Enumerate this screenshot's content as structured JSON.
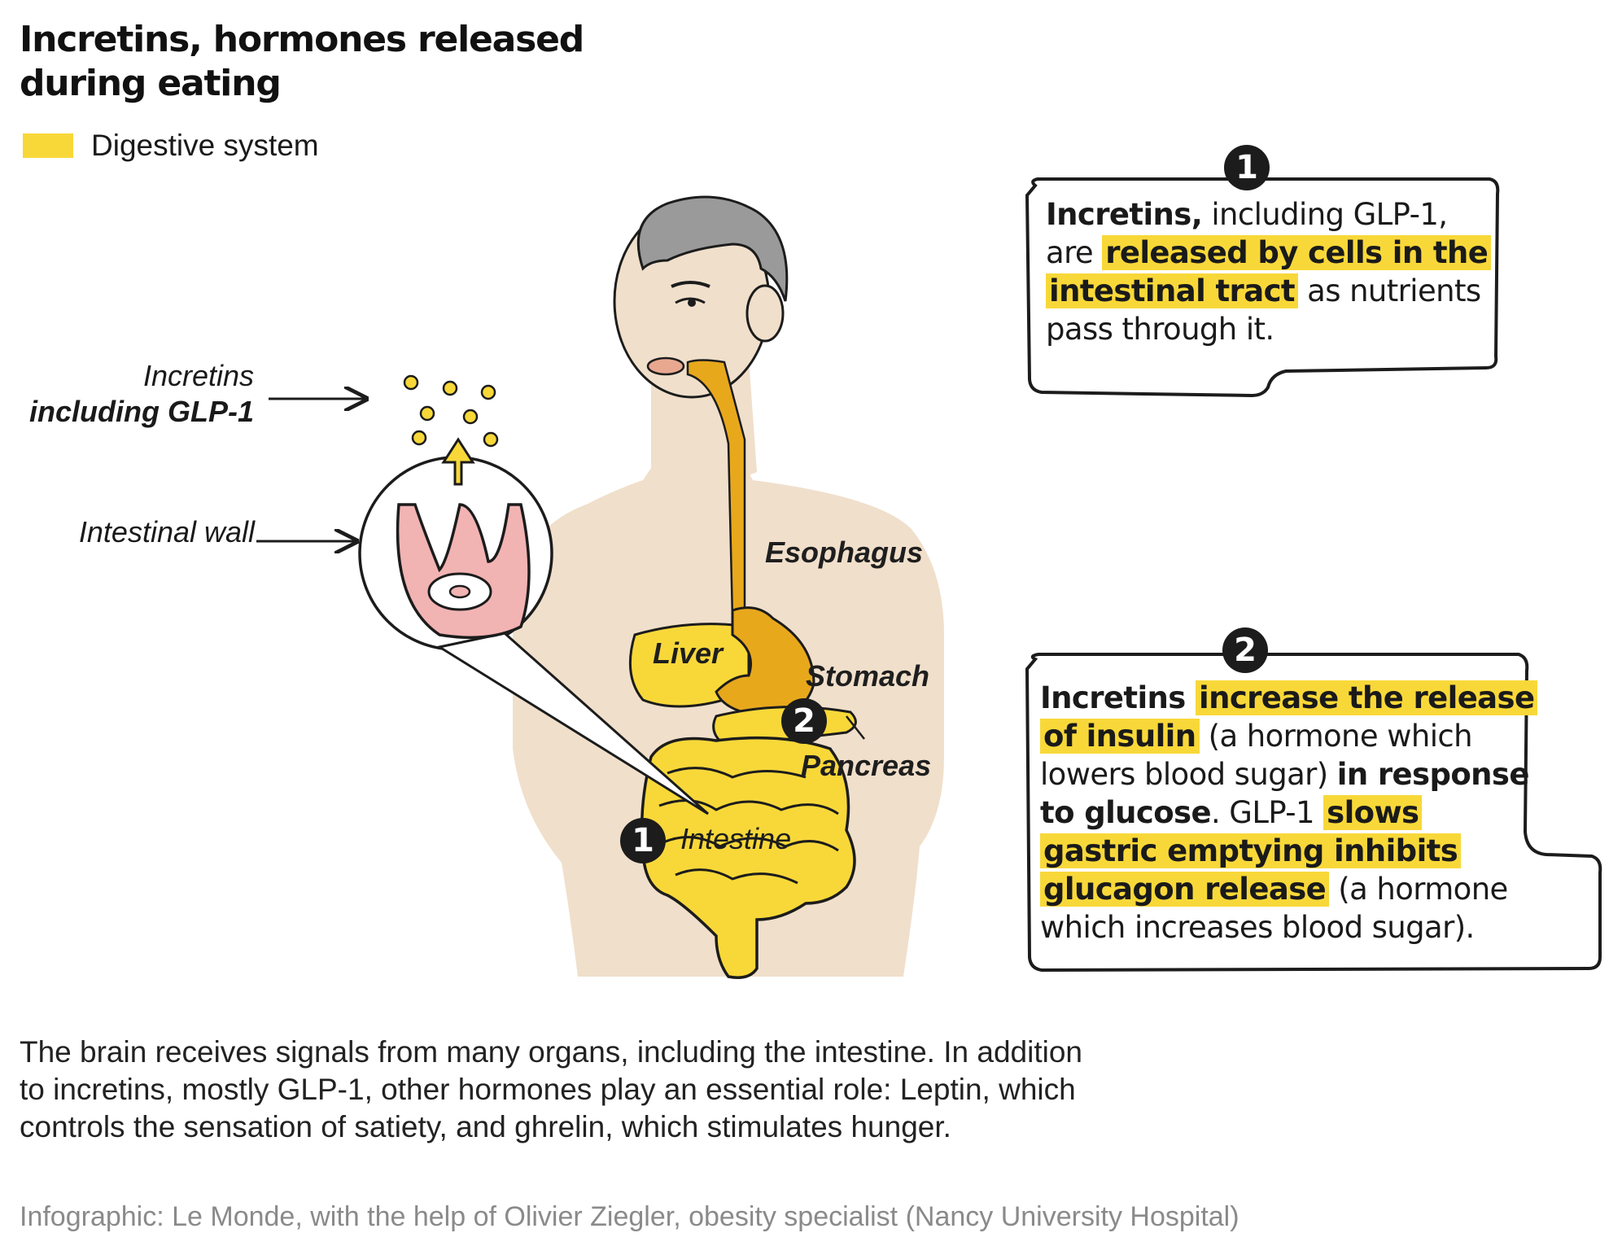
{
  "title": "Incretins, hormones released during eating",
  "legend": {
    "label": "Digestive system",
    "color": "#f8d839"
  },
  "labels": {
    "incretins_line1": "Incretins",
    "incretins_line2": "including GLP-1",
    "intestinal_wall": "Intestinal wall",
    "esophagus": "Esophagus",
    "liver": "Liver",
    "stomach": "Stomach",
    "pancreas": "Pancreas",
    "intestine": "Intestine"
  },
  "markers": {
    "one": "1",
    "two": "2"
  },
  "callout1": {
    "number": "1",
    "parts": [
      "Incretins,",
      " including GLP-1, are ",
      "released by cells in the intestinal tract",
      " as nutrients pass through it."
    ]
  },
  "callout2": {
    "number": "2",
    "parts": [
      "Incretins ",
      "increase the release of insulin",
      " (a hormone which lowers blood sugar) ",
      "in response to glucose",
      ". GLP-1 ",
      "slows gastric emptying inhibits glucagon release",
      " (a hormone which increases blood sugar)."
    ]
  },
  "body_text": "The brain receives signals from many organs, including the intestine. In addition to incretins, mostly GLP-1, other hormones play an essential role: Leptin, which controls the sensation of satiety, and ghrelin, which stimulates hunger.",
  "credit": "Infographic: Le Monde, with the help of Olivier Ziegler, obesity specialist (Nancy University Hospital)",
  "colors": {
    "skin": "#f0dfcb",
    "hair": "#9a9a9a",
    "digestive": "#f8d839",
    "digestive_dark": "#e8a81c",
    "intestinal_wall": "#f2b3b3",
    "outline": "#1c1c1c"
  }
}
